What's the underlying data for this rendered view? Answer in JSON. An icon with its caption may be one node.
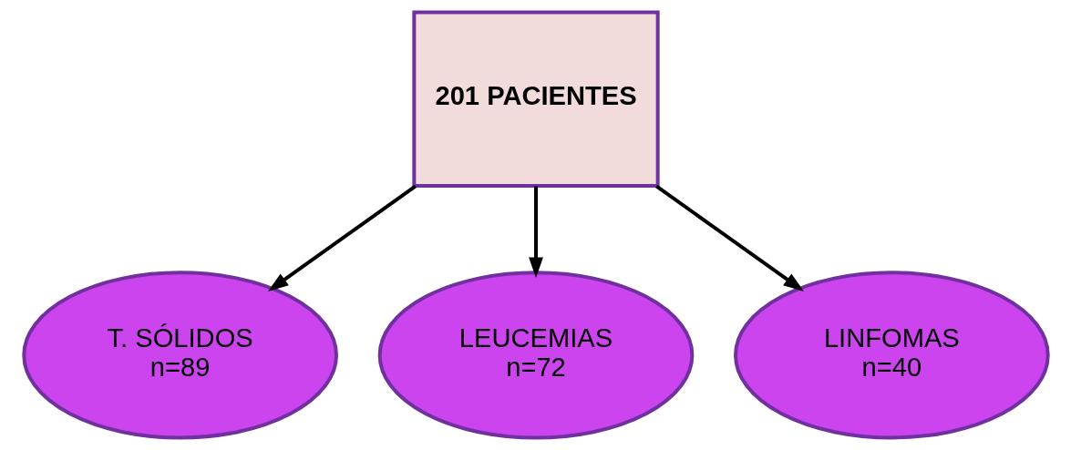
{
  "diagram": {
    "nodes": [
      {
        "text": [
          "201 PACIENTES"
        ]
      },
      {
        "text": [
          "T. SÓLIDOS",
          "n=89"
        ]
      },
      {
        "text": [
          "LEUCEMIAS",
          "n=72"
        ]
      },
      {
        "text": [
          "LINFOMAS",
          "n=40"
        ]
      }
    ],
    "edges": [
      {
        "from": 0,
        "to": 1,
        "arrow": "to"
      },
      {
        "from": 0,
        "to": 2,
        "arrow": "to"
      },
      {
        "from": 0,
        "to": 3,
        "arrow": "to"
      }
    ]
  }
}
